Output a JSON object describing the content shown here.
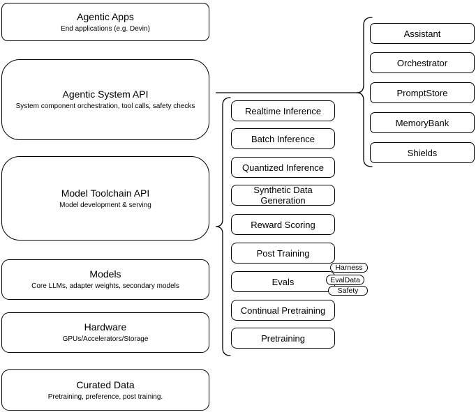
{
  "canvas": {
    "background": "#ffffff",
    "stroke": "#000000"
  },
  "left_stack": [
    {
      "title": "Agentic Apps",
      "subtitle": "End applications (e.g. Devin)"
    },
    {
      "title": "Agentic System API",
      "subtitle": "System component orchestration, tool calls, safety checks"
    },
    {
      "title": "Model Toolchain API",
      "subtitle": "Model development & serving"
    },
    {
      "title": "Models",
      "subtitle": "Core LLMs, adapter weights, secondary models"
    },
    {
      "title": "Hardware",
      "subtitle": "GPUs/Accelerators/Storage"
    },
    {
      "title": "Curated Data",
      "subtitle": "Pretraining, preference, post training."
    }
  ],
  "middle_stack": [
    {
      "label": "Realtime Inference"
    },
    {
      "label": "Batch Inference"
    },
    {
      "label": "Quantized Inference"
    },
    {
      "label": "Synthetic Data Generation"
    },
    {
      "label": "Reward Scoring"
    },
    {
      "label": "Post Training"
    },
    {
      "label": "Evals"
    },
    {
      "label": "Continual Pretraining"
    },
    {
      "label": "Pretraining"
    }
  ],
  "evals_tags": [
    {
      "label": "Harness"
    },
    {
      "label": "EvalData"
    },
    {
      "label": "Safety"
    }
  ],
  "right_stack": [
    {
      "label": "Assistant"
    },
    {
      "label": "Orchestrator"
    },
    {
      "label": "PromptStore"
    },
    {
      "label": "MemoryBank"
    },
    {
      "label": "Shields"
    }
  ]
}
